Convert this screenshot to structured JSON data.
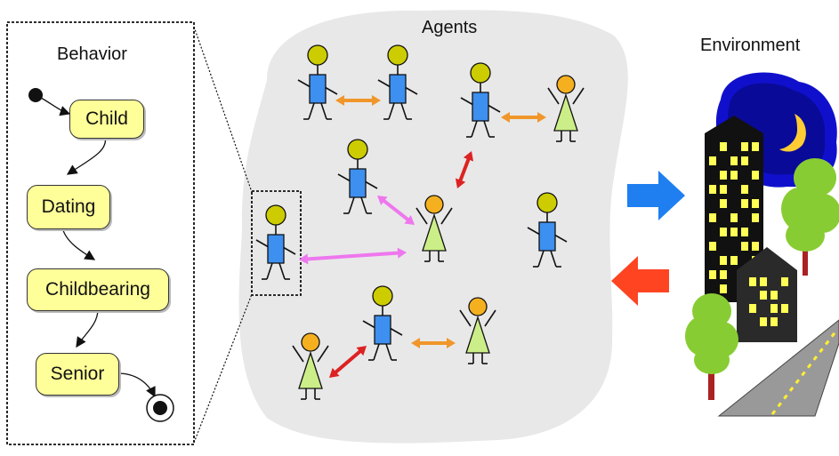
{
  "behavior": {
    "title": "Behavior",
    "states": [
      "Child",
      "Dating",
      "Childbearing",
      "Senior"
    ]
  },
  "agents": {
    "title": "Agents"
  },
  "environment": {
    "title": "Environment"
  },
  "colors": {
    "male_body": "#3d8ff0",
    "female_body": "#ccee88",
    "head": "#cccc00",
    "female_head": "#f5b020",
    "arrow_orange": "#f0962a",
    "arrow_red": "#dd2222",
    "arrow_pink": "#ee77ee",
    "arrow_blue": "#1f7ff0",
    "arrow_redorange": "#ff4422",
    "agents_cloud": "#e9e9e9",
    "night_sky": "#1010cc",
    "moon": "#ffcc33",
    "building": "#111111",
    "window": "#ffff55",
    "tree": "#88cc33",
    "road": "#999999"
  }
}
